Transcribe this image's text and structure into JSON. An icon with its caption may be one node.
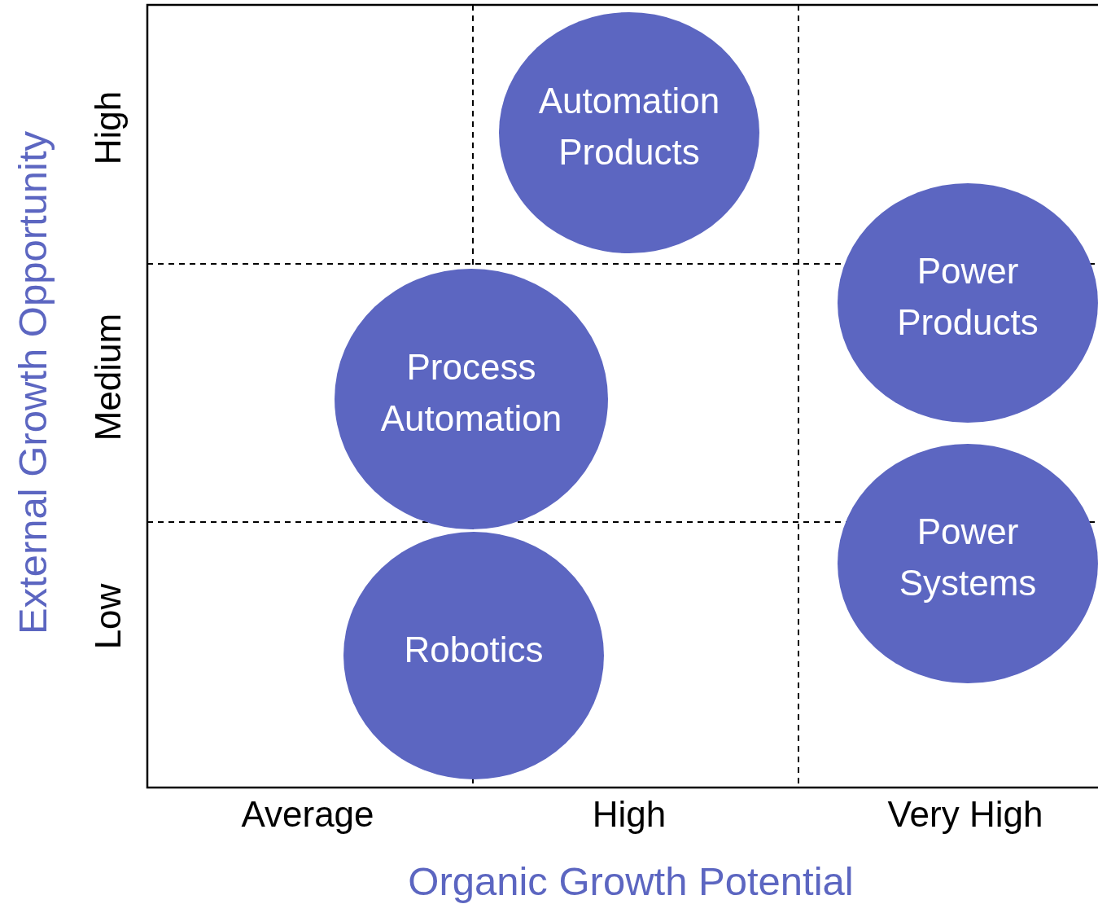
{
  "diagram": {
    "nodes": [
      {
        "text": [
          "Automation Products"
        ]
      },
      {
        "text": [
          "Power Products"
        ]
      },
      {
        "text": [
          "Process Automation"
        ]
      },
      {
        "text": [
          "Power Systems"
        ]
      },
      {
        "text": [
          "Robotics"
        ]
      }
    ],
    "labels": [
      "External Growth Opportunity",
      "High",
      "Medium",
      "Low",
      "Average",
      "High",
      "Very High",
      "Organic Growth Potential"
    ]
  }
}
